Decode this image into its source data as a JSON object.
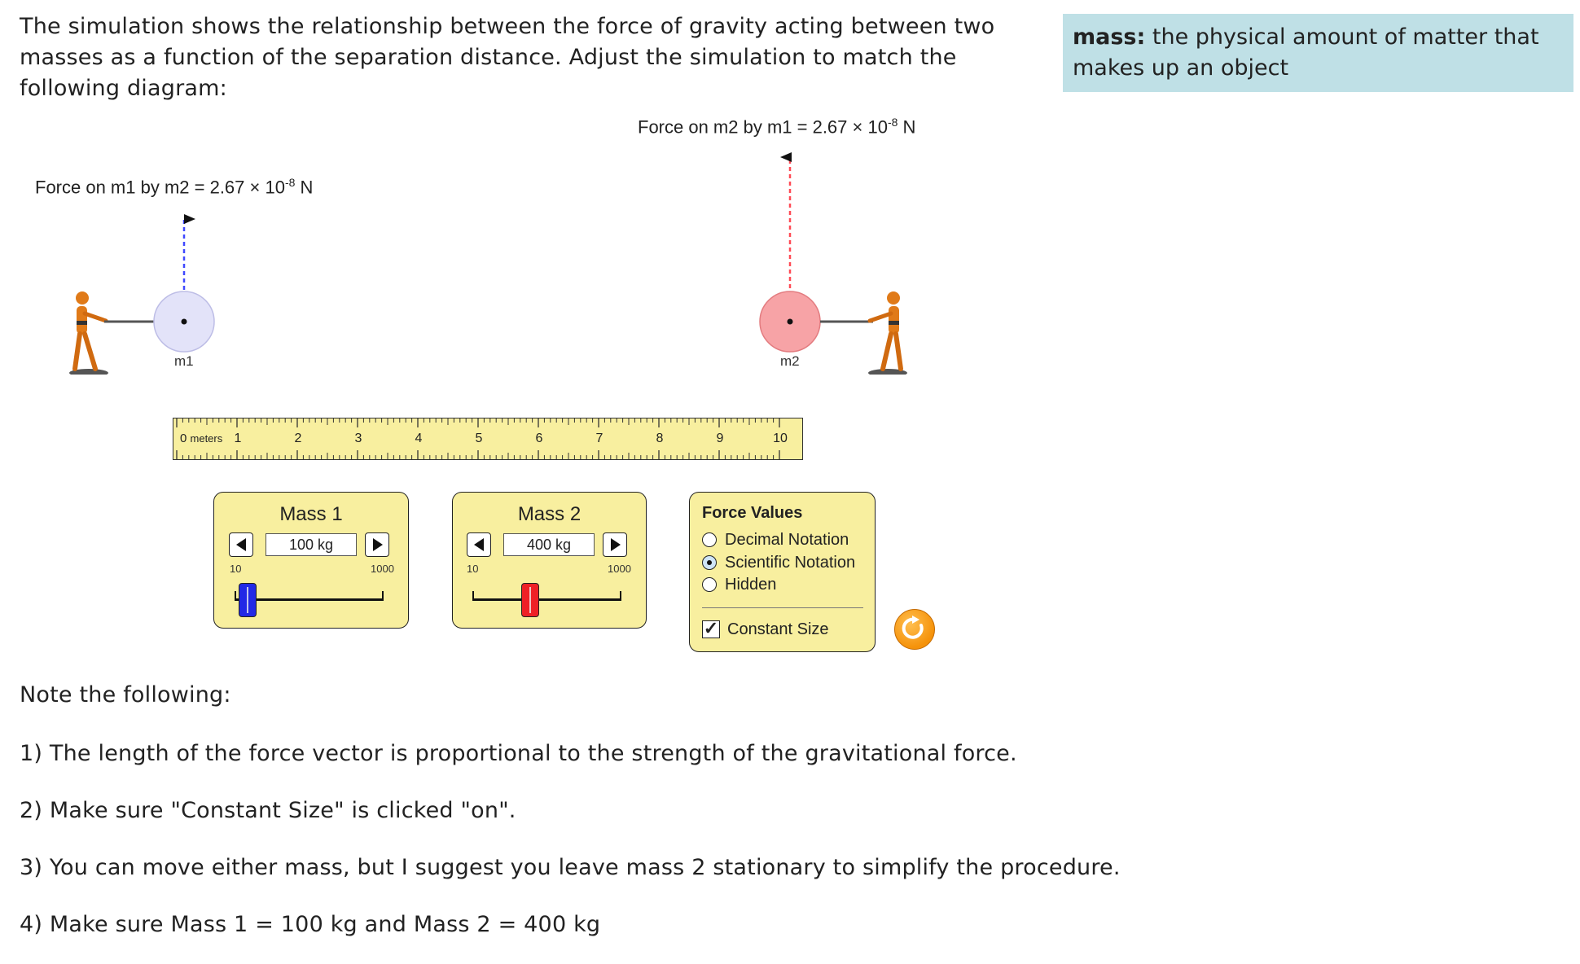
{
  "intro_text": "The simulation shows the relationship between the force of gravity acting between two masses as a function of the separation distance.  Adjust the simulation to match the following diagram:",
  "definition": {
    "term": "mass:",
    "text": " the physical amount of matter that makes up an object"
  },
  "simulation": {
    "force_m2": {
      "prefix": "Force on m2 by m1 = 2.67 × 10",
      "exponent": "-8",
      "unit": " N"
    },
    "force_m1": {
      "prefix": "Force on m1 by m2 = 2.67 × 10",
      "exponent": "-8",
      "unit": " N"
    },
    "mass1_label": "m1",
    "mass2_label": "m2",
    "colors": {
      "mass1": "#e3e3f9",
      "mass2": "#f7a3a6",
      "vector_m1": "#3f48ff",
      "vector_m2": "#ff4a55",
      "ruler": "#f8ef9f",
      "thumb1": "#2229e6",
      "thumb2": "#ee2026"
    },
    "ruler": {
      "zero_label": "0",
      "unit_label": "meters",
      "ticks": [
        "1",
        "2",
        "3",
        "4",
        "5",
        "6",
        "7",
        "8",
        "9",
        "10"
      ]
    },
    "mass1_panel": {
      "title": "Mass 1",
      "value": "100 kg",
      "min": "10",
      "max": "1000",
      "level": 0.09
    },
    "mass2_panel": {
      "title": "Mass 2",
      "value": "400 kg",
      "min": "10",
      "max": "1000",
      "level": 0.39
    },
    "force_values": {
      "title": "Force Values",
      "options": [
        {
          "label": "Decimal Notation",
          "selected": false
        },
        {
          "label": "Scientific Notation",
          "selected": true
        },
        {
          "label": "Hidden",
          "selected": false
        }
      ],
      "constant_size_label": "Constant Size",
      "constant_size_checked": true
    },
    "reset_icon": "reset-icon"
  },
  "notes": {
    "heading": "Note the following:",
    "items": [
      "1)  The length of the force vector is proportional to the strength of the gravitational force.",
      "2)  Make sure \"Constant Size\" is clicked \"on\".",
      "3)  You can move either mass, but I suggest you leave mass 2 stationary to simplify the procedure.",
      "4)  Make sure Mass 1 = 100 kg and Mass 2 = 400 kg"
    ]
  }
}
